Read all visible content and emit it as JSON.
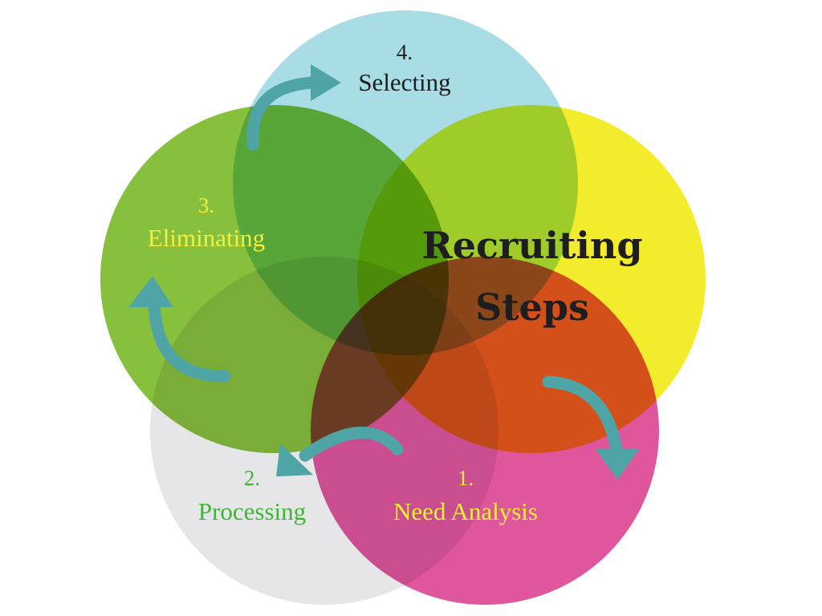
{
  "title": {
    "line1": "Recruiting",
    "line2": "Steps",
    "color": "#1e1e1e"
  },
  "steps": [
    {
      "number": "1.",
      "label": "Need Analysis",
      "text_color": "#f4ef3c",
      "circle_color": "#e0569d"
    },
    {
      "number": "2.",
      "label": "Processing",
      "text_color": "#3fb537",
      "circle_color": "#e6e6e8"
    },
    {
      "number": "3.",
      "label": "Eliminating",
      "text_color": "#f4ef3c",
      "circle_color": "#86c03d"
    },
    {
      "number": "4.",
      "label": "Selecting",
      "text_color": "#1e1e1e",
      "circle_color": "#a8dde5"
    }
  ],
  "title_circle_color": "#f2ec2c",
  "arrow_color": "#4fa5a6"
}
